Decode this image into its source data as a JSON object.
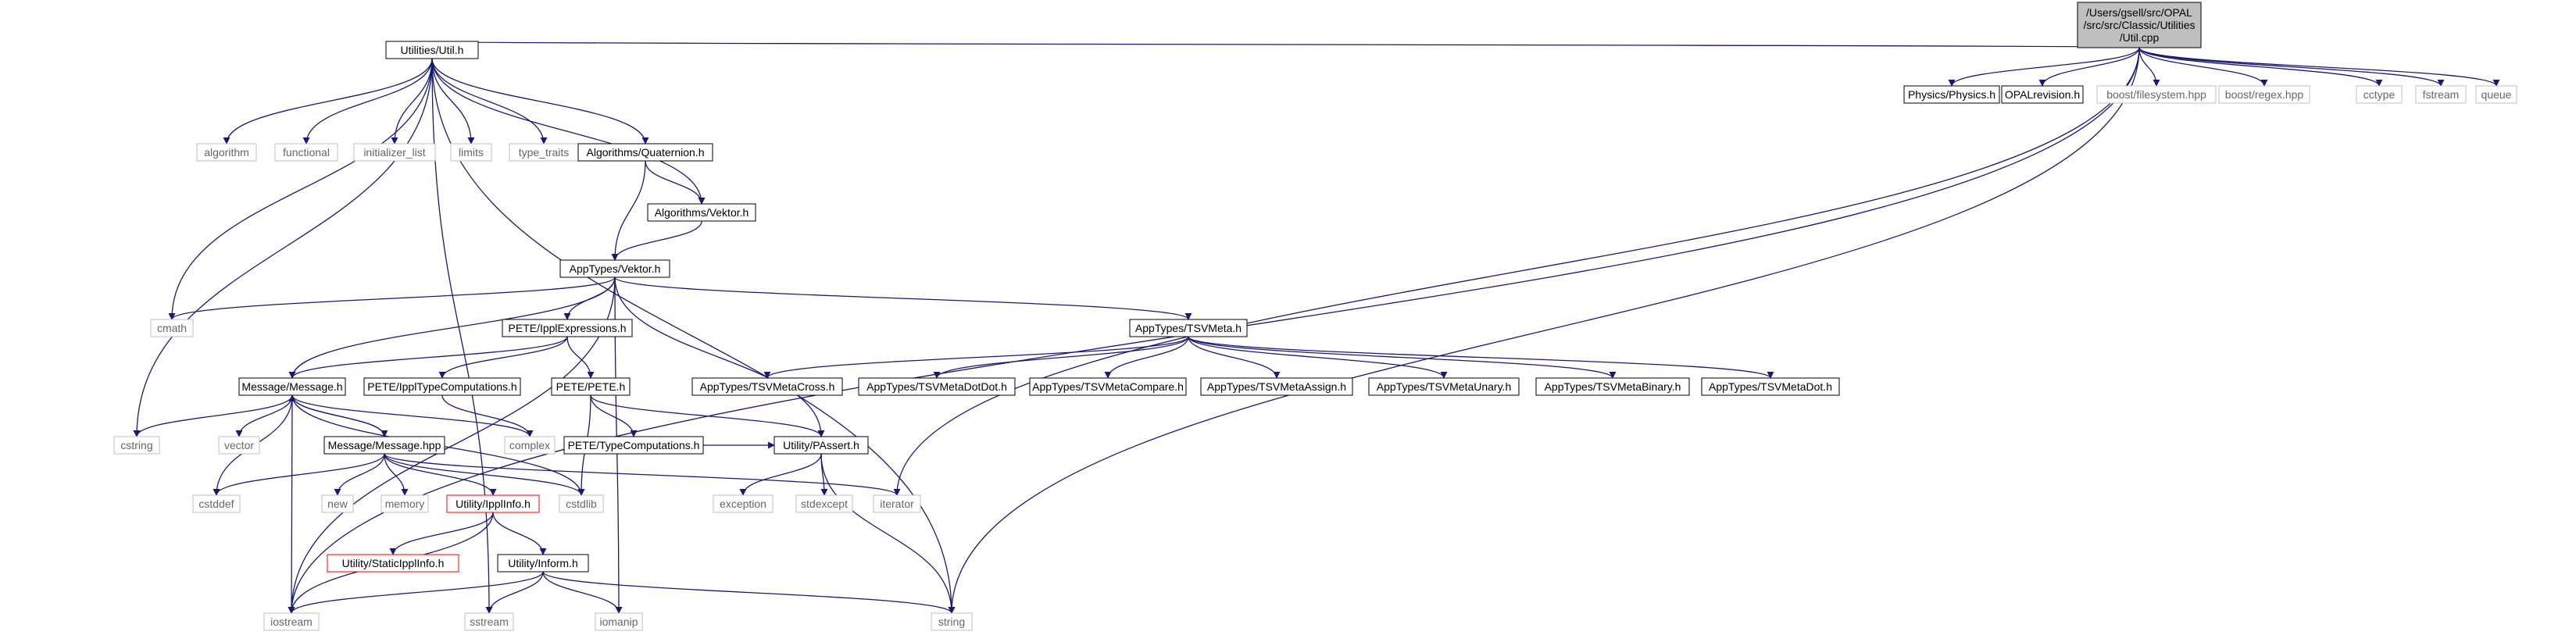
{
  "colors": {
    "edge": "#191970",
    "root_fill": "#bfbfbf",
    "node_border": "#000000",
    "system_border": "#bfbfbf",
    "missing_border": "#ff0000",
    "system_text": "#666666"
  },
  "nodes": [
    {
      "id": "root",
      "kind": "root",
      "lines": [
        "/Users/gsell/src/OPAL",
        "/src/src/Classic/Utilities",
        "/Util.cpp"
      ]
    },
    {
      "id": "util-h",
      "kind": "header",
      "lines": [
        "Utilities/Util.h"
      ]
    },
    {
      "id": "physics-h",
      "kind": "header",
      "lines": [
        "Physics/Physics.h"
      ]
    },
    {
      "id": "opalrevision-h",
      "kind": "header",
      "lines": [
        "OPALrevision.h"
      ]
    },
    {
      "id": "boost-filesystem",
      "kind": "system",
      "lines": [
        "boost/filesystem.hpp"
      ]
    },
    {
      "id": "boost-regex",
      "kind": "system",
      "lines": [
        "boost/regex.hpp"
      ]
    },
    {
      "id": "cctype",
      "kind": "system",
      "lines": [
        "cctype"
      ]
    },
    {
      "id": "fstream",
      "kind": "system",
      "lines": [
        "fstream"
      ]
    },
    {
      "id": "queue",
      "kind": "system",
      "lines": [
        "queue"
      ]
    },
    {
      "id": "algorithm",
      "kind": "system",
      "lines": [
        "algorithm"
      ]
    },
    {
      "id": "functional",
      "kind": "system",
      "lines": [
        "functional"
      ]
    },
    {
      "id": "initializer-list",
      "kind": "system",
      "lines": [
        "initializer_list"
      ]
    },
    {
      "id": "limits",
      "kind": "system",
      "lines": [
        "limits"
      ]
    },
    {
      "id": "type-traits",
      "kind": "system",
      "lines": [
        "type_traits"
      ]
    },
    {
      "id": "quaternion-h",
      "kind": "header",
      "lines": [
        "Algorithms/Quaternion.h"
      ]
    },
    {
      "id": "alg-vektor-h",
      "kind": "header",
      "lines": [
        "Algorithms/Vektor.h"
      ]
    },
    {
      "id": "apptypes-vektor-h",
      "kind": "header",
      "lines": [
        "AppTypes/Vektor.h"
      ]
    },
    {
      "id": "cmath",
      "kind": "system",
      "lines": [
        "cmath"
      ]
    },
    {
      "id": "ipplexpressions-h",
      "kind": "header",
      "lines": [
        "PETE/IpplExpressions.h"
      ]
    },
    {
      "id": "tsvmeta-h",
      "kind": "header",
      "lines": [
        "AppTypes/TSVMeta.h"
      ]
    },
    {
      "id": "message-h",
      "kind": "header",
      "lines": [
        "Message/Message.h"
      ]
    },
    {
      "id": "ippltypecomputations-h",
      "kind": "header",
      "lines": [
        "PETE/IpplTypeComputations.h"
      ]
    },
    {
      "id": "pete-h",
      "kind": "header",
      "lines": [
        "PETE/PETE.h"
      ]
    },
    {
      "id": "tsvmetacross-h",
      "kind": "header",
      "lines": [
        "AppTypes/TSVMetaCross.h"
      ]
    },
    {
      "id": "tsvmetadotdot-h",
      "kind": "header",
      "lines": [
        "AppTypes/TSVMetaDotDot.h"
      ]
    },
    {
      "id": "tsvmetacompare-h",
      "kind": "header",
      "lines": [
        "AppTypes/TSVMetaCompare.h"
      ]
    },
    {
      "id": "tsvmetaassign-h",
      "kind": "header",
      "lines": [
        "AppTypes/TSVMetaAssign.h"
      ]
    },
    {
      "id": "tsvmetaunary-h",
      "kind": "header",
      "lines": [
        "AppTypes/TSVMetaUnary.h"
      ]
    },
    {
      "id": "tsvmetabinary-h",
      "kind": "header",
      "lines": [
        "AppTypes/TSVMetaBinary.h"
      ]
    },
    {
      "id": "tsvmetadot-h",
      "kind": "header",
      "lines": [
        "AppTypes/TSVMetaDot.h"
      ]
    },
    {
      "id": "cstring",
      "kind": "system",
      "lines": [
        "cstring"
      ]
    },
    {
      "id": "vector",
      "kind": "system",
      "lines": [
        "vector"
      ]
    },
    {
      "id": "complex",
      "kind": "system",
      "lines": [
        "complex"
      ]
    },
    {
      "id": "message-hpp",
      "kind": "header",
      "lines": [
        "Message/Message.hpp"
      ]
    },
    {
      "id": "petetypecomputations-h",
      "kind": "header",
      "lines": [
        "PETE/TypeComputations.h"
      ]
    },
    {
      "id": "passert-h",
      "kind": "header",
      "lines": [
        "Utility/PAssert.h"
      ]
    },
    {
      "id": "cstddef",
      "kind": "system",
      "lines": [
        "cstddef"
      ]
    },
    {
      "id": "new",
      "kind": "system",
      "lines": [
        "new"
      ]
    },
    {
      "id": "memory",
      "kind": "system",
      "lines": [
        "memory"
      ]
    },
    {
      "id": "ipplinfo-h",
      "kind": "missing",
      "lines": [
        "Utility/IpplInfo.h"
      ]
    },
    {
      "id": "cstdlib",
      "kind": "system",
      "lines": [
        "cstdlib"
      ]
    },
    {
      "id": "exception",
      "kind": "system",
      "lines": [
        "exception"
      ]
    },
    {
      "id": "stdexcept",
      "kind": "system",
      "lines": [
        "stdexcept"
      ]
    },
    {
      "id": "iterator",
      "kind": "system",
      "lines": [
        "iterator"
      ]
    },
    {
      "id": "staticipplinfo-h",
      "kind": "missing",
      "lines": [
        "Utility/StaticIpplInfo.h"
      ]
    },
    {
      "id": "inform-h",
      "kind": "header",
      "lines": [
        "Utility/Inform.h"
      ]
    },
    {
      "id": "iostream",
      "kind": "system",
      "lines": [
        "iostream"
      ]
    },
    {
      "id": "sstream",
      "kind": "system",
      "lines": [
        "sstream"
      ]
    },
    {
      "id": "iomanip",
      "kind": "system",
      "lines": [
        "iomanip"
      ]
    },
    {
      "id": "string",
      "kind": "system",
      "lines": [
        "string"
      ]
    }
  ],
  "edges": [
    [
      "root",
      "util-h"
    ],
    [
      "root",
      "physics-h"
    ],
    [
      "root",
      "opalrevision-h"
    ],
    [
      "root",
      "boost-filesystem"
    ],
    [
      "root",
      "boost-regex"
    ],
    [
      "root",
      "cctype"
    ],
    [
      "root",
      "fstream"
    ],
    [
      "root",
      "queue"
    ],
    [
      "root",
      "iostream"
    ],
    [
      "root",
      "iterator"
    ],
    [
      "root",
      "string"
    ],
    [
      "util-h",
      "algorithm"
    ],
    [
      "util-h",
      "functional"
    ],
    [
      "util-h",
      "initializer-list"
    ],
    [
      "util-h",
      "limits"
    ],
    [
      "util-h",
      "type-traits"
    ],
    [
      "util-h",
      "quaternion-h"
    ],
    [
      "util-h",
      "alg-vektor-h"
    ],
    [
      "util-h",
      "cmath"
    ],
    [
      "util-h",
      "cstring"
    ],
    [
      "util-h",
      "sstream"
    ],
    [
      "util-h",
      "string"
    ],
    [
      "quaternion-h",
      "alg-vektor-h"
    ],
    [
      "quaternion-h",
      "apptypes-vektor-h"
    ],
    [
      "alg-vektor-h",
      "apptypes-vektor-h"
    ],
    [
      "apptypes-vektor-h",
      "cmath"
    ],
    [
      "apptypes-vektor-h",
      "ipplexpressions-h"
    ],
    [
      "apptypes-vektor-h",
      "tsvmeta-h"
    ],
    [
      "apptypes-vektor-h",
      "message-h"
    ],
    [
      "apptypes-vektor-h",
      "passert-h"
    ],
    [
      "apptypes-vektor-h",
      "iostream"
    ],
    [
      "apptypes-vektor-h",
      "iomanip"
    ],
    [
      "ipplexpressions-h",
      "message-h"
    ],
    [
      "ipplexpressions-h",
      "ippltypecomputations-h"
    ],
    [
      "ipplexpressions-h",
      "pete-h"
    ],
    [
      "tsvmeta-h",
      "tsvmetacross-h"
    ],
    [
      "tsvmeta-h",
      "tsvmetadotdot-h"
    ],
    [
      "tsvmeta-h",
      "tsvmetacompare-h"
    ],
    [
      "tsvmeta-h",
      "tsvmetaassign-h"
    ],
    [
      "tsvmeta-h",
      "tsvmetaunary-h"
    ],
    [
      "tsvmeta-h",
      "tsvmetabinary-h"
    ],
    [
      "tsvmeta-h",
      "tsvmetadot-h"
    ],
    [
      "message-h",
      "cstring"
    ],
    [
      "message-h",
      "vector"
    ],
    [
      "message-h",
      "complex"
    ],
    [
      "message-h",
      "message-hpp"
    ],
    [
      "message-h",
      "cstddef"
    ],
    [
      "message-h",
      "cstdlib"
    ],
    [
      "message-h",
      "iostream"
    ],
    [
      "message-hpp",
      "message-h"
    ],
    [
      "message-hpp",
      "cstddef"
    ],
    [
      "message-hpp",
      "new"
    ],
    [
      "message-hpp",
      "memory"
    ],
    [
      "message-hpp",
      "ipplinfo-h"
    ],
    [
      "message-hpp",
      "cstdlib"
    ],
    [
      "message-hpp",
      "iterator"
    ],
    [
      "ippltypecomputations-h",
      "complex"
    ],
    [
      "pete-h",
      "petetypecomputations-h"
    ],
    [
      "pete-h",
      "passert-h"
    ],
    [
      "pete-h",
      "cstdlib"
    ],
    [
      "petetypecomputations-h",
      "passert-h"
    ],
    [
      "passert-h",
      "exception"
    ],
    [
      "passert-h",
      "stdexcept"
    ],
    [
      "passert-h",
      "string"
    ],
    [
      "ipplinfo-h",
      "staticipplinfo-h"
    ],
    [
      "ipplinfo-h",
      "inform-h"
    ],
    [
      "ipplinfo-h",
      "iostream"
    ],
    [
      "inform-h",
      "iostream"
    ],
    [
      "inform-h",
      "sstream"
    ],
    [
      "inform-h",
      "iomanip"
    ],
    [
      "inform-h",
      "string"
    ]
  ]
}
